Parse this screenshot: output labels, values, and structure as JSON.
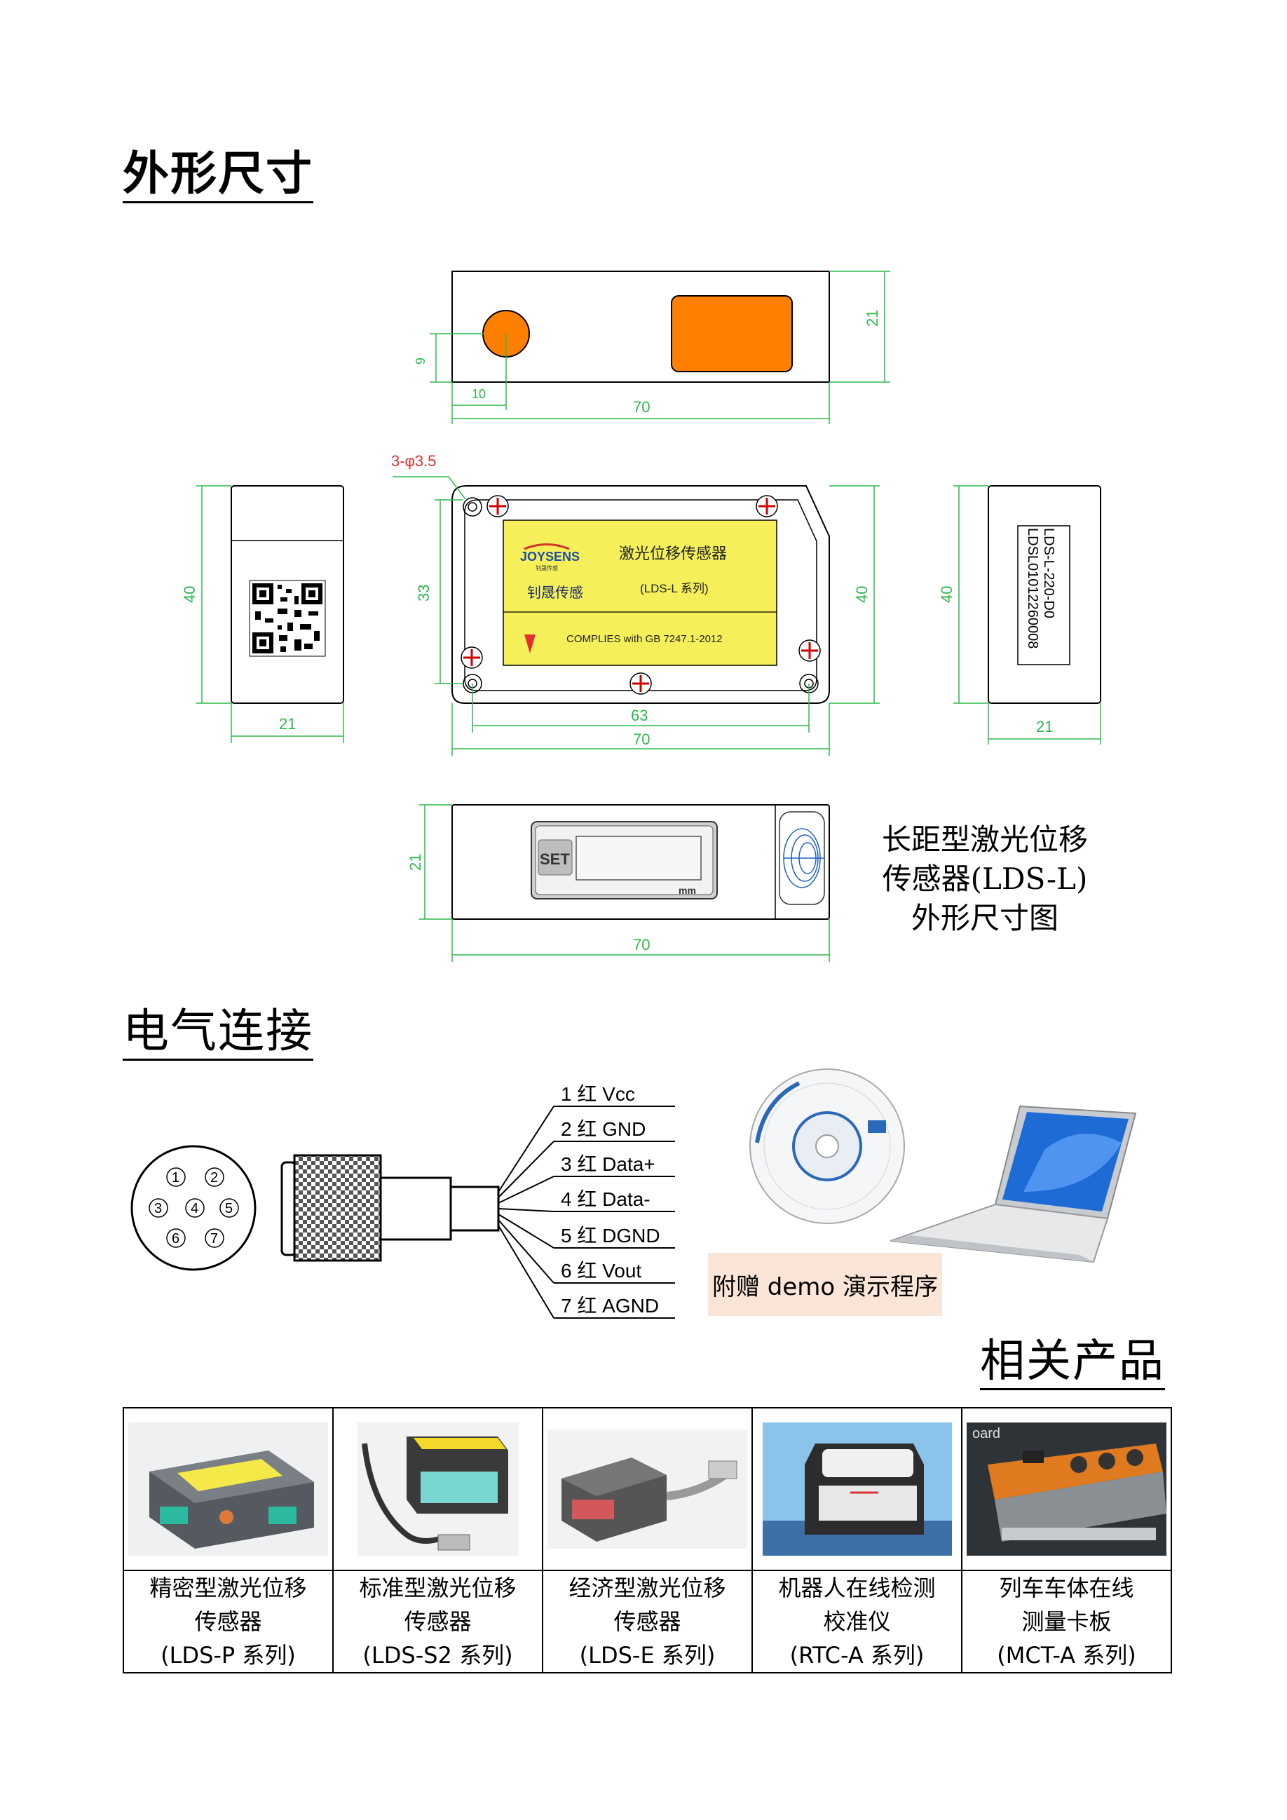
{
  "sections": {
    "dimensions_title": "外形尺寸",
    "electrical_title": "电气连接",
    "related_title": "相关产品"
  },
  "drawing": {
    "top_view": {
      "dim_height": "21",
      "dim_width": "70",
      "dim_offset_x": "10",
      "dim_offset_y": "9"
    },
    "front_view": {
      "holes_label": "3-φ3.5",
      "dim_inner_height": "33",
      "dim_height": "40",
      "dim_inner_width": "63",
      "dim_width": "70"
    },
    "left_view": {
      "dim_height": "40",
      "dim_width": "21"
    },
    "right_view": {
      "dim_height": "40",
      "dim_width": "21",
      "label_line1": "LDS-L-220-D0",
      "label_line2": "LDSL01012260008"
    },
    "bottom_view": {
      "dim_height": "21",
      "dim_width": "70",
      "set_button": "SET",
      "unit": "mm"
    },
    "label": {
      "brand": "JOYSENS",
      "brand_sub": "钊晟传感",
      "brand_cn": "钊晟传感",
      "product": "激光位移传感器",
      "series": "(LDS-L 系列)",
      "complies": "COMPLIES with GB 7247.1-2012"
    },
    "caption": [
      "长距型激光位移",
      "传感器(LDS-L)",
      "外形尺寸图"
    ]
  },
  "connector": {
    "pins": [
      "1",
      "2",
      "3",
      "4",
      "5",
      "6",
      "7"
    ],
    "wires": [
      {
        "num": "1",
        "color": "红",
        "signal": "Vcc"
      },
      {
        "num": "2",
        "color": "红",
        "signal": "GND"
      },
      {
        "num": "3",
        "color": "红",
        "signal": "Data+"
      },
      {
        "num": "4",
        "color": "红",
        "signal": "Data-"
      },
      {
        "num": "5",
        "color": "红",
        "signal": "DGND"
      },
      {
        "num": "6",
        "color": "红",
        "signal": "Vout"
      },
      {
        "num": "7",
        "color": "红",
        "signal": "AGND"
      }
    ],
    "demo_label": "附赠 demo 演示程序"
  },
  "products": [
    {
      "line1": "精密型激光位移",
      "line2": "传感器",
      "line3": "(LDS-P 系列)"
    },
    {
      "line1": "标准型激光位移",
      "line2": "传感器",
      "line3": "(LDS-S2 系列)"
    },
    {
      "line1": "经济型激光位移",
      "line2": "传感器",
      "line3": "(LDS-E 系列)"
    },
    {
      "line1": "机器人在线检测",
      "line2": "校准仪",
      "line3": "(RTC-A 系列)"
    },
    {
      "line1": "列车车体在线",
      "line2": "测量卡板",
      "line3": "(MCT-A 系列)"
    }
  ],
  "colors": {
    "dimension": "#2db84d",
    "orange": "#ff8000",
    "label_yellow": "#f5f05a",
    "dim_red": "#e03030"
  }
}
